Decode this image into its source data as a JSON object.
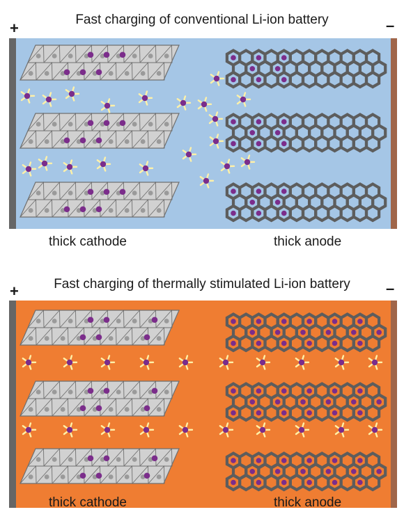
{
  "panels": [
    {
      "id": "conventional",
      "title": "Fast charging of conventional Li-ion battery",
      "positive_sign": "+",
      "negative_sign": "–",
      "cathode_label": "thick cathode",
      "anode_label": "thick anode",
      "electrolyte_color": "#a5c6e6",
      "ion_distribution": "clustered near anode entrance"
    },
    {
      "id": "thermal",
      "title": "Fast charging of thermally stimulated Li-ion battery",
      "positive_sign": "+",
      "negative_sign": "–",
      "cathode_label": "thick cathode",
      "anode_label": "thick anode",
      "electrolyte_color": "#ef7d32",
      "ion_distribution": "uniform throughout electrolyte"
    }
  ],
  "colors": {
    "current_collector_positive": "#666666",
    "current_collector_negative": "#a0664a",
    "cathode_fill": "#d1d1d1",
    "cathode_stroke": "#6f6f6f",
    "anode_stroke": "#5d5d5d",
    "ion": "#7b2d8b",
    "ion_glow": "#fff1a8"
  }
}
